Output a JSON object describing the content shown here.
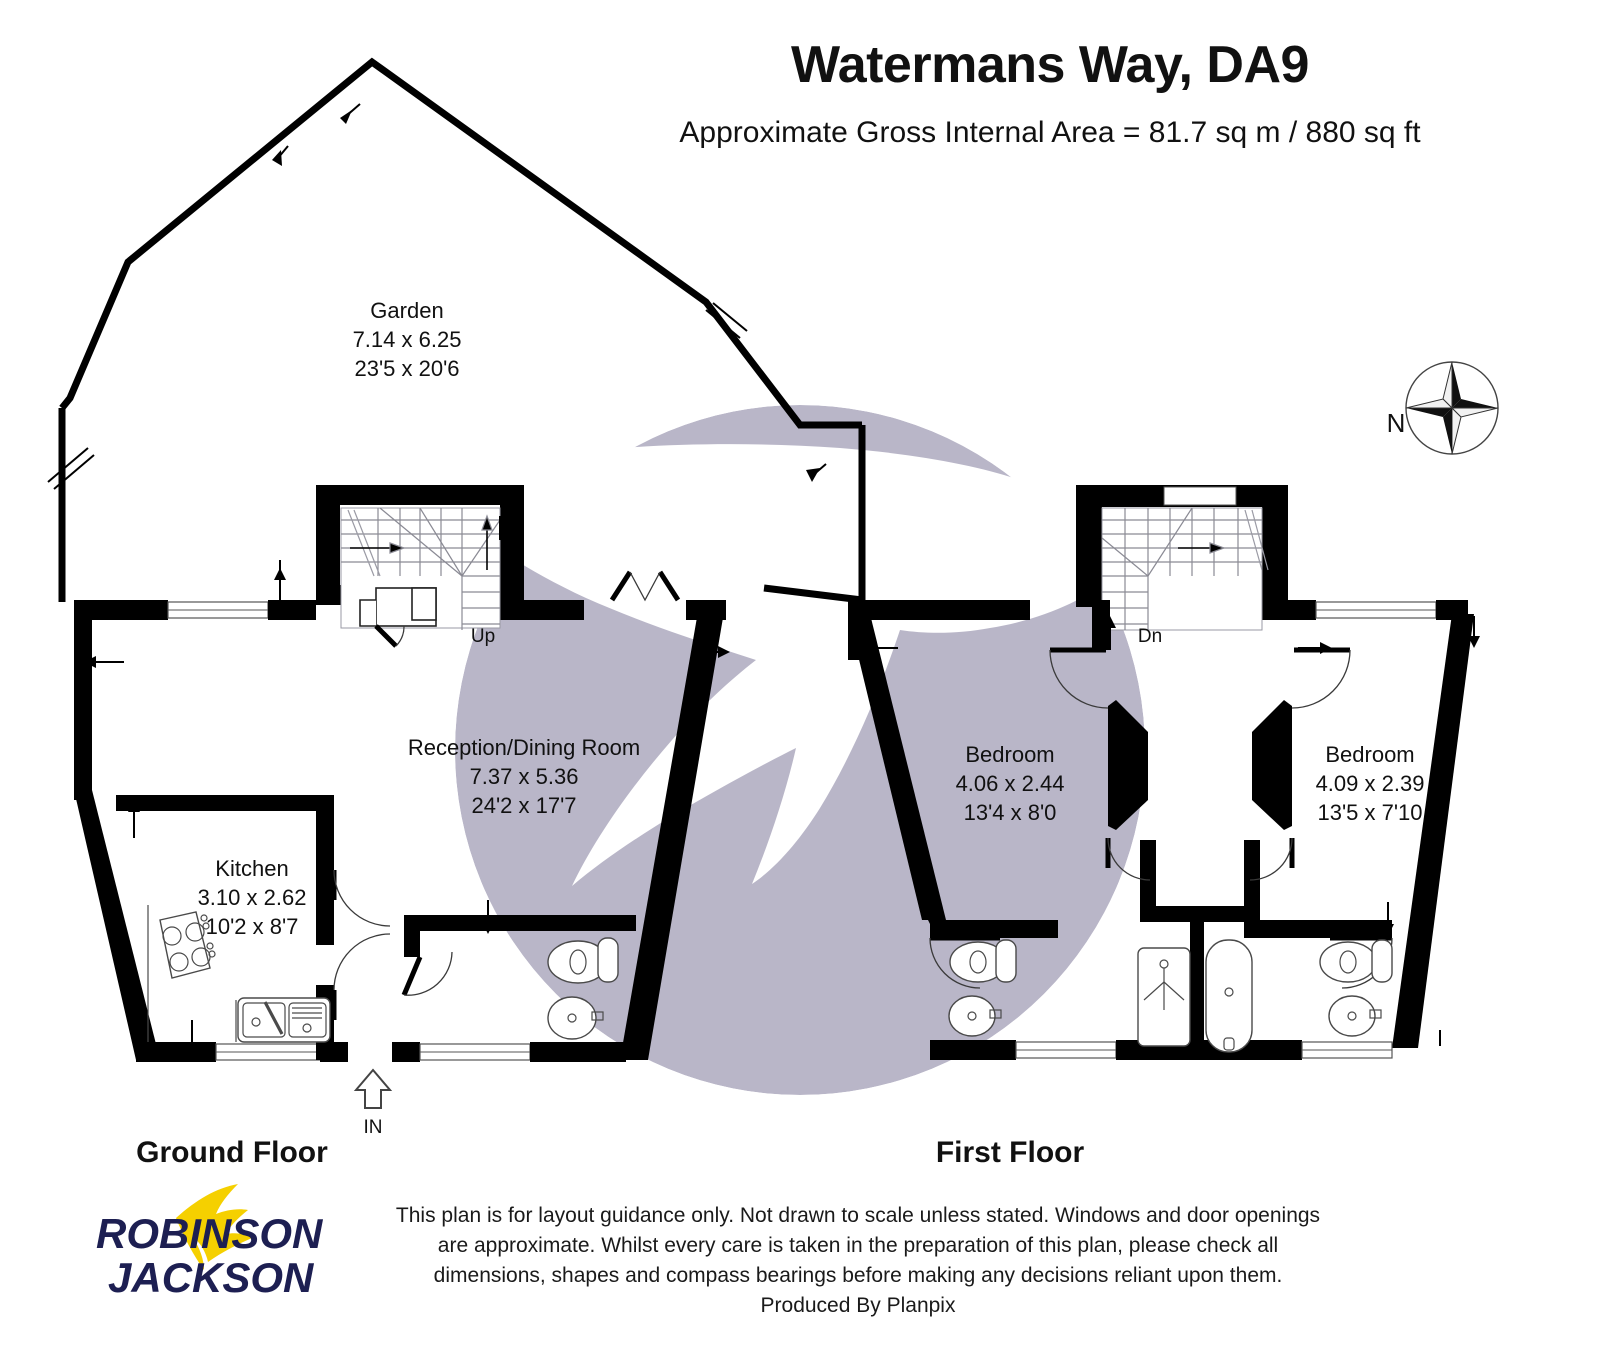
{
  "header": {
    "title": "Watermans Way, DA9",
    "subtitle": "Approximate Gross Internal Area = 81.7 sq m / 880 sq ft"
  },
  "compass": {
    "label": "N",
    "icon": "compass-rose-icon"
  },
  "floors": [
    {
      "id": "ground",
      "label": "Ground Floor",
      "entrance_label": "IN",
      "stairs_label": "Up",
      "rooms": [
        {
          "name": "Garden",
          "metric": "7.14 x 6.25",
          "imperial": "23'5 x 20'6"
        },
        {
          "name": "Reception/Dining Room",
          "metric": "7.37 x 5.36",
          "imperial": "24'2 x 17'7"
        },
        {
          "name": "Kitchen",
          "metric": "3.10 x 2.62",
          "imperial": "10'2 x 8'7"
        }
      ]
    },
    {
      "id": "first",
      "label": "First Floor",
      "stairs_label": "Dn",
      "rooms": [
        {
          "name": "Bedroom",
          "metric": "4.06 x 2.44",
          "imperial": "13'4 x 8'0"
        },
        {
          "name": "Bedroom",
          "metric": "4.09 x 2.39",
          "imperial": "13'5 x 7'10"
        }
      ]
    }
  ],
  "logo": {
    "line1": "ROBINSON",
    "line2": "JACKSON",
    "bird_icon": "swift-bird-icon",
    "text_color": "#1d1f52",
    "bird_color": "#f5d000"
  },
  "disclaimer": {
    "line1": "This plan is for layout guidance only. Not drawn to scale unless stated. Windows and door openings",
    "line2": "are approximate. Whilst every care is taken in the preparation of this plan, please check all",
    "line3": "dimensions, shapes and compass bearings before making any decisions reliant upon them.",
    "line4": "Produced By Planpix"
  },
  "colors": {
    "wall": "#000000",
    "watermark": "#b9b6c8",
    "background": "#ffffff",
    "text": "#111111"
  }
}
